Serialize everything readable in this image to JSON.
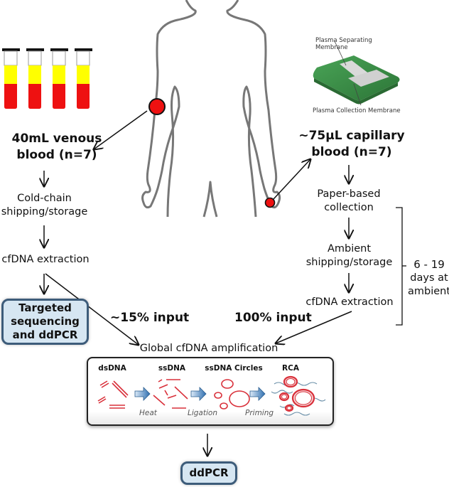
{
  "title": "Venous vs capillary blood cfDNA workflow",
  "left_branch": {
    "sample": [
      "40mL venous",
      "blood (n=7)"
    ],
    "steps": [
      [
        "Cold-chain",
        "shipping/storage"
      ],
      [
        "cfDNA extraction"
      ]
    ],
    "result_box": [
      "Targeted",
      "sequencing",
      "and ddPCR"
    ],
    "input_label": "~15% input"
  },
  "right_branch": {
    "device_labels": {
      "top": [
        "Plasma Separating",
        "Membrane"
      ],
      "bottom": "Plasma Collection Membrane"
    },
    "sample": [
      "~75µL capillary",
      "blood (n=7)"
    ],
    "steps": [
      [
        "Paper-based",
        "collection"
      ],
      [
        "Ambient",
        "shipping/storage"
      ],
      [
        "cfDNA extraction"
      ]
    ],
    "bracket_label": [
      "6 - 19",
      "days at",
      "ambient"
    ],
    "input_label": "100% input"
  },
  "amplification": {
    "title": "Global cfDNA amplification",
    "stages": [
      "dsDNA",
      "ssDNA",
      "ssDNA Circles",
      "RCA"
    ],
    "transitions": [
      "Heat",
      "Ligation",
      "Priming"
    ]
  },
  "final_box": "ddPCR",
  "colors": {
    "blood_red": "#ee1111",
    "plasma_yellow": "#ffff00",
    "box_fill": "#d6e6f2",
    "box_border": "#3d5c7a",
    "device_green": "#3a8f45",
    "dna_red": "#d9303a",
    "arrow_blue": "#3b7fc0"
  }
}
